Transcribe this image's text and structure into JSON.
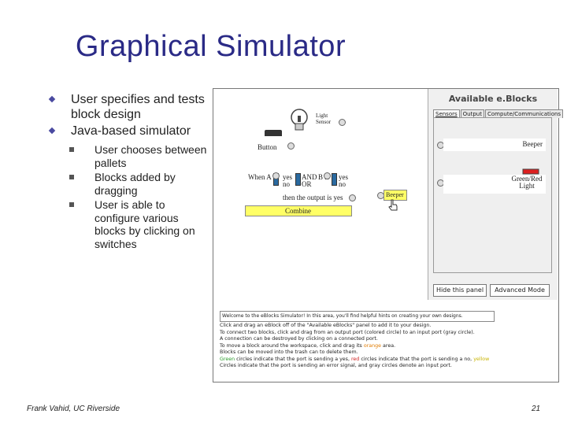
{
  "slide": {
    "title": "Graphical Simulator",
    "bullets": [
      "User specifies and tests block design",
      "Java-based simulator"
    ],
    "subbullets": [
      "User chooses between pallets",
      "Blocks added by dragging",
      "User is able to configure various blocks by clicking on switches"
    ],
    "footer_left": "Frank Vahid, UC Riverside",
    "page_number": "21"
  },
  "simulator": {
    "workspace": {
      "light_sensor": "Light Sensor",
      "button": "Button",
      "beeper": "Beeper",
      "when_a_is": "When A is",
      "a_opt_yes": "yes",
      "a_opt_no": "no",
      "op_and": "AND",
      "op_or": "OR",
      "b_is": "B is",
      "b_opt_yes": "yes",
      "b_opt_no": "no",
      "then_output": "then the output is yes",
      "combine": "Combine"
    },
    "panel": {
      "title": "Available e.Blocks",
      "tabs": [
        "Sensors",
        "Output",
        "Compute/Communications"
      ],
      "beeper": "Beeper",
      "green_red_light": "Green/Red Light",
      "hide_button": "Hide this panel",
      "advanced_button": "Advanced Mode"
    },
    "log_header": "Welcome to the eBlocks Simulator! In this area, you'll find helpful hints on creating your own designs.",
    "help": {
      "line1": "Click and drag an eBlock off of the \"Available eBlocks\" panel to add it to your design.",
      "line2": "To connect two blocks, click and drag from an output port (colored circle) to an input port (gray circle).",
      "line3": "A connection can be destroyed by clicking on a connected port.",
      "line4_pre": "To move a block around the workspace, click and drag its",
      "line4_word": "orange",
      "line4_post": "area.",
      "line5": "Blocks can be moved into the trash can to delete them.",
      "line6_green": "Green",
      "line6_a": "circles indicate that the port is sending a yes,",
      "line6_red": "red",
      "line6_b": "circles indicate that the port is sending a no,",
      "line6_yellow": "yellow",
      "line7": "Circles indicate that the port is sending an error signal, and gray circles denote an input port."
    }
  },
  "colors": {
    "title": "#2a2a86",
    "block_yellow": "#ffff66",
    "switch_blue": "#2a6aa0"
  }
}
